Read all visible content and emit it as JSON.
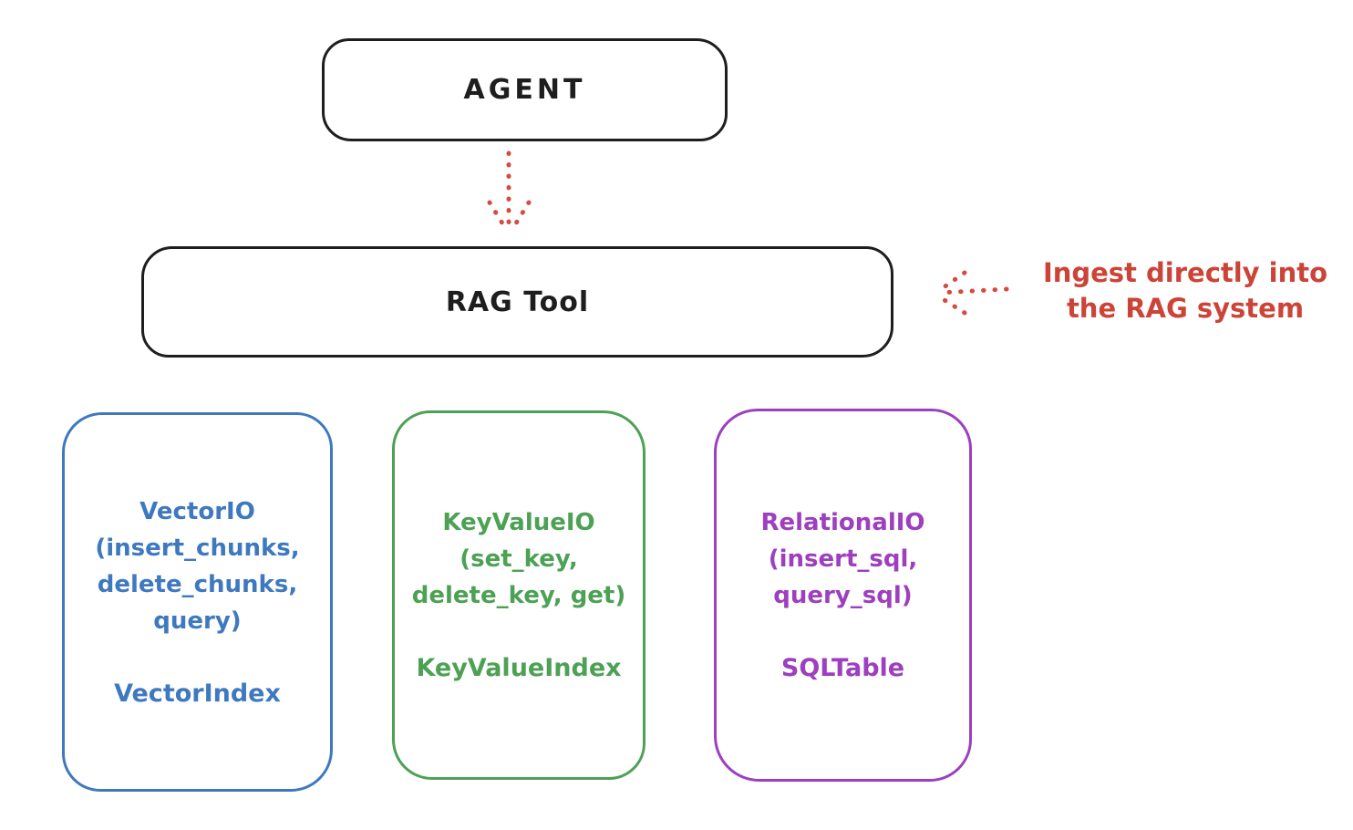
{
  "colors": {
    "ink": "#1e1e1e",
    "red": "#d44c3f",
    "blue": "#3e79c0",
    "green": "#4da155",
    "purple": "#9d3fbe"
  },
  "agent": {
    "label": "AGENT"
  },
  "rag_tool": {
    "label": "RAG Tool"
  },
  "annotation": {
    "line1": "Ingest directly into",
    "line2": "the RAG system"
  },
  "boxes": {
    "vector": {
      "line1": "VectorIO",
      "line2": "(insert_chunks,",
      "line3": "delete_chunks,",
      "line4": "query)",
      "index": "VectorIndex"
    },
    "keyvalue": {
      "line1": "KeyValueIO",
      "line2": "(set_key,",
      "line3": "delete_key, get)",
      "index": "KeyValueIndex"
    },
    "relational": {
      "line1": "RelationalIO",
      "line2": "(insert_sql,",
      "line3": "query_sql)",
      "index": "SQLTable"
    }
  }
}
